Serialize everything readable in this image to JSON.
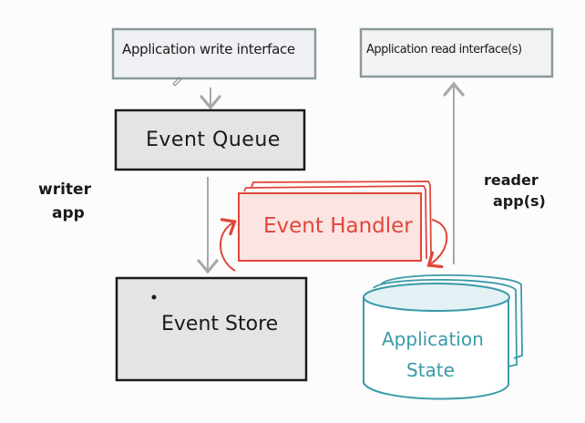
{
  "diagram": {
    "title": "Event sourcing architecture sketch",
    "nodes": {
      "write_interface": {
        "label": "Application write interface"
      },
      "read_interface": {
        "label": "Application read interface(s)"
      },
      "event_queue": {
        "label": "Event Queue"
      },
      "event_handler": {
        "label": "Event Handler"
      },
      "event_store": {
        "label": "Event Store"
      },
      "application_state": {
        "line1": "Application",
        "line2": "State"
      }
    },
    "annotations": {
      "writer_app": {
        "line1": "writer",
        "line2": "app"
      },
      "reader_apps": {
        "line1": "reader",
        "line2": "app(s)"
      }
    },
    "edges": [
      {
        "from": "Application write interface",
        "to": "Event Queue"
      },
      {
        "from": "Event Queue",
        "to": "Event Store"
      },
      {
        "from": "Event Store",
        "to": "Event Handler"
      },
      {
        "from": "Event Handler",
        "to": "Application State"
      },
      {
        "from": "Application State",
        "to": "Application read interface(s)"
      }
    ],
    "colors": {
      "ink": "#1a1a1a",
      "box_border_grey": "#8a9a9a",
      "box_fill_light": "#eff0f3",
      "box_fill_grey": "#e4e4e5",
      "handler_red": "#e0473a",
      "handler_fill": "#fbe4e2",
      "state_teal": "#3a9aa8",
      "state_fill": "#e3f1f5",
      "arrow_grey": "#a8a8a8"
    }
  }
}
